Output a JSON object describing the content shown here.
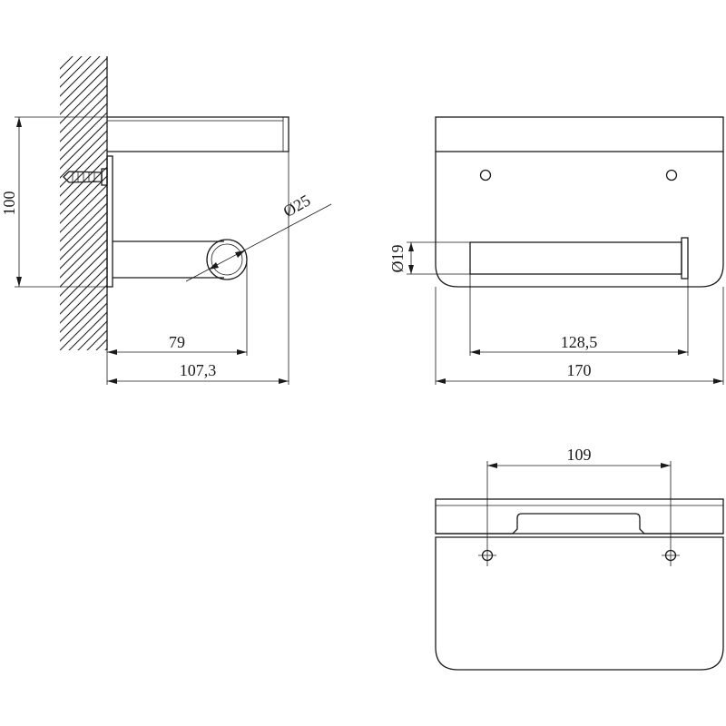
{
  "drawing": {
    "side_view": {
      "height_dim": "100",
      "diameter_dim": "Ø25",
      "depth_dim_short": "79",
      "depth_dim_long": "107,3"
    },
    "front_view": {
      "diameter_dim": "Ø19",
      "rod_length_dim": "128,5",
      "width_dim": "170"
    },
    "top_view": {
      "hole_spacing_dim": "109"
    }
  }
}
